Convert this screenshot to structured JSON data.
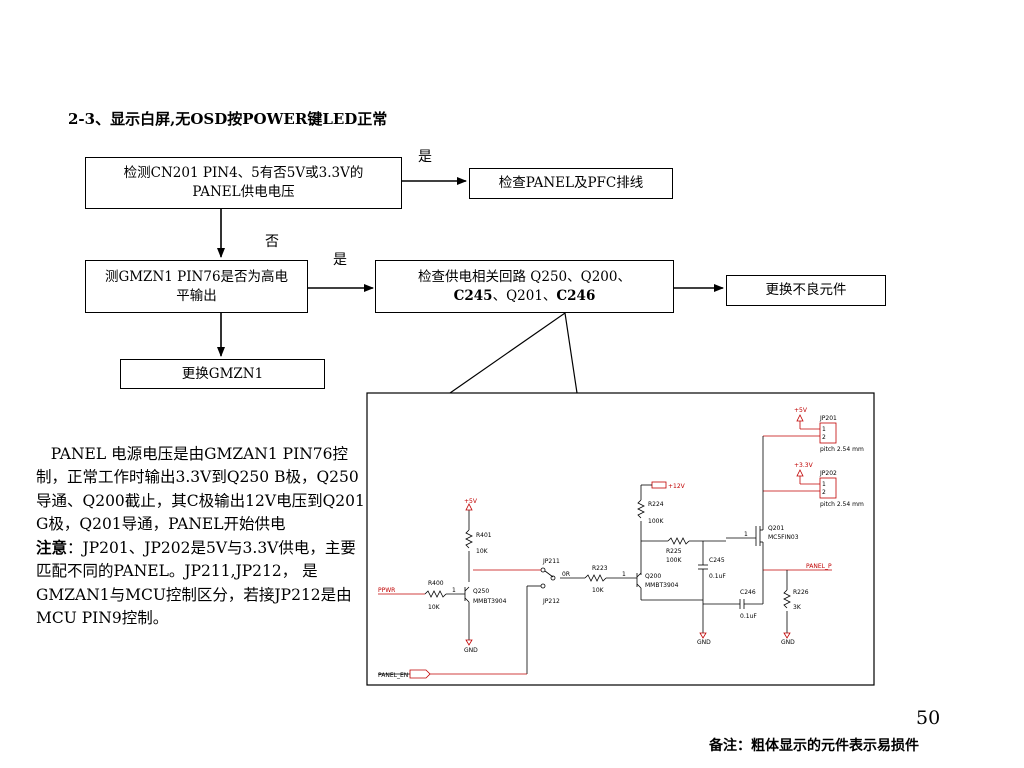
{
  "title": "2-3、显示白屏,无OSD按POWER键LED正常",
  "flow": {
    "box1_line1": "检测CN201 PIN4、5有否5V或3.3V的",
    "box1_line2": "PANEL供电电压",
    "box2": "检查PANEL及PFC排线",
    "box3_line1": "测GMZN1 PIN76是否为高电",
    "box3_line2": "平输出",
    "box4_line1": "检查供电相关回路 Q250、Q200、",
    "box4_line2a": "C245",
    "box4_line2b": "、Q201、",
    "box4_line2c": "C246",
    "box5": "更换不良元件",
    "box6": "更换GMZN1",
    "yes1": "是",
    "no": "否",
    "yes2": "是"
  },
  "description": {
    "p1": "PANEL  电源电压是由GMZAN1 PIN76控制，正常工作时输出3.3V到Q250 B极，Q250导通、Q200截止，其C极输出12V电压到Q201 G极，Q201导通，PANEL开始供电",
    "note_label": "注意",
    "note_text": "：JP201、JP202是5V与3.3V供电，主要匹配不同的PANEL。JP211,JP212， 是GMZAN1与MCU控制区分，若接JP212是由MCU PIN9控制。"
  },
  "schematic": {
    "jp201": "JP201",
    "jp202": "JP202",
    "pitch1": "pitch 2.54 mm",
    "pitch2": "pitch 2.54 mm",
    "v5a": "+5V",
    "v33": "+3.3V",
    "v5b": "+5V",
    "v12": "+12V",
    "r224": "R224",
    "r224v": "100K",
    "r401": "R401",
    "r401v": "10K",
    "r225": "R225",
    "r225v": "100K",
    "c245": "C245",
    "c245v": "0.1uF",
    "q201": "Q201",
    "q201t": "MC5FIN03",
    "jp211": "JP211",
    "jp212": "JP212",
    "r223": "R223",
    "r223v": "10K",
    "zero": "0R",
    "q200": "Q200",
    "q200t": "MMBT3904",
    "q250": "Q250",
    "q250t": "MMBT3904",
    "r400": "R400",
    "r400v": "10K",
    "ppwr": "PPWR",
    "panelp": "PANEL_P",
    "c246": "C246",
    "c246v": "0.1uF",
    "r226": "R226",
    "r226v": "3K",
    "gnd1": "GND",
    "gnd2": "GND",
    "gnd3": "GND",
    "panelen": "PANEL_EN",
    "pin1a": "1",
    "pin2a": "2",
    "pin1b": "1",
    "pin2b": "2",
    "one1": "1",
    "one2": "1",
    "one3": "1"
  },
  "page_number": "50",
  "footnote": "备注：粗体显示的元件表示易损件"
}
